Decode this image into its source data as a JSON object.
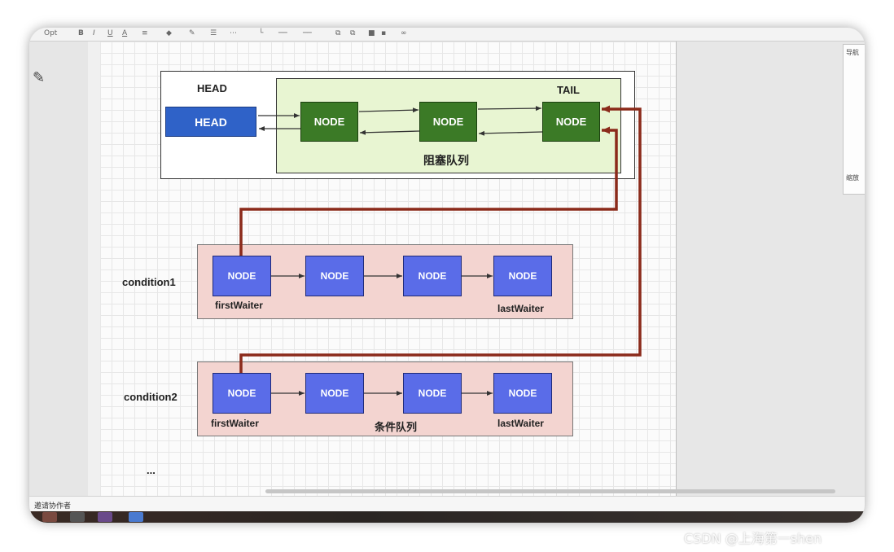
{
  "toolbar": {
    "font_size": "Opt",
    "bold": "B",
    "italic": "I",
    "underline": "U",
    "font_color": "A"
  },
  "right_panel": {
    "nav_title": "导航",
    "zoom_label": "缩放"
  },
  "status_bar": {
    "invite": "邀请协作者"
  },
  "watermark": "CSDN @上海第一shen",
  "colors": {
    "green_node": "#3b7a26",
    "head_node": "#2f62c8",
    "blue_node": "#5a6ce8",
    "blocking_queue_bg": "#e8f5d2",
    "condition_bg": "#f3d4d0",
    "link_line": "#8b2a1a"
  },
  "diagram": {
    "sync_head_label": "HEAD",
    "head_node": "HEAD",
    "tail_label": "TAIL",
    "blocking_nodes": [
      "NODE",
      "NODE",
      "NODE"
    ],
    "blocking_queue_label": "阻塞队列",
    "condition1": {
      "label": "condition1",
      "nodes": [
        "NODE",
        "NODE",
        "NODE",
        "NODE"
      ],
      "first_waiter": "firstWaiter",
      "last_waiter": "lastWaiter"
    },
    "condition2": {
      "label": "condition2",
      "nodes": [
        "NODE",
        "NODE",
        "NODE",
        "NODE"
      ],
      "first_waiter": "firstWaiter",
      "last_waiter": "lastWaiter",
      "queue_label": "条件队列"
    },
    "ellipsis": "..."
  }
}
